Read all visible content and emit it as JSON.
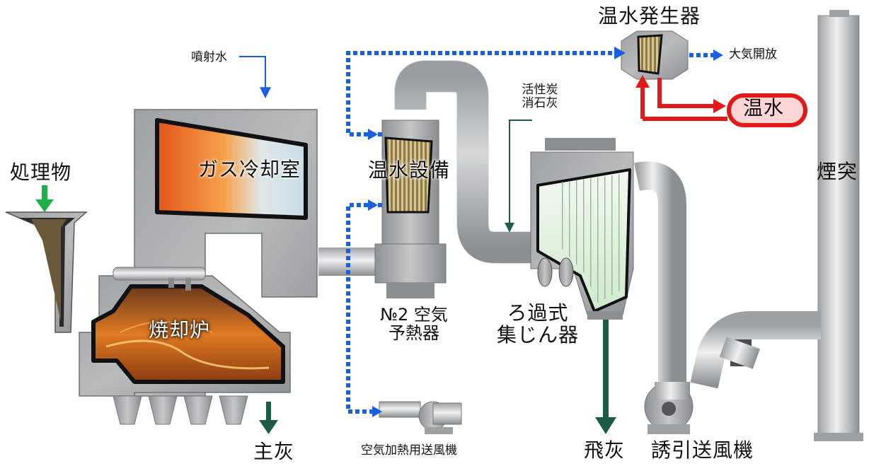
{
  "labels": {
    "input_material": "処理物",
    "water_spray": "噴射水",
    "gas_cooling_chamber": "ガス冷却室",
    "incinerator": "焼却炉",
    "main_ash": "主灰",
    "hot_water_equipment": "温水設備",
    "air_preheater_no2_line1": "№2 空気",
    "air_preheater_no2_line2": "予熱器",
    "air_heating_fan": "空気加熱用送風機",
    "activated_carbon": "活性炭",
    "slaked_lime": "消石灰",
    "bag_filter_line1": "ろ過式",
    "bag_filter_line2": "集じん器",
    "fly_ash": "飛灰",
    "induced_draft_fan": "誘引送風機",
    "hot_water_generator": "温水発生器",
    "atmosphere_release": "大気開放",
    "hot_water": "温水",
    "chimney": "煙突"
  },
  "colors": {
    "air_flow": "#1a5fe0",
    "hot_water_flow": "#e01a1a",
    "input_arrow": "#1fb04a",
    "ash_arrow": "#1e5b46",
    "chemical_line": "#1e5b46",
    "metal": "#a9acae",
    "pipe": "#c9cbcd",
    "fire": "#f08020"
  }
}
